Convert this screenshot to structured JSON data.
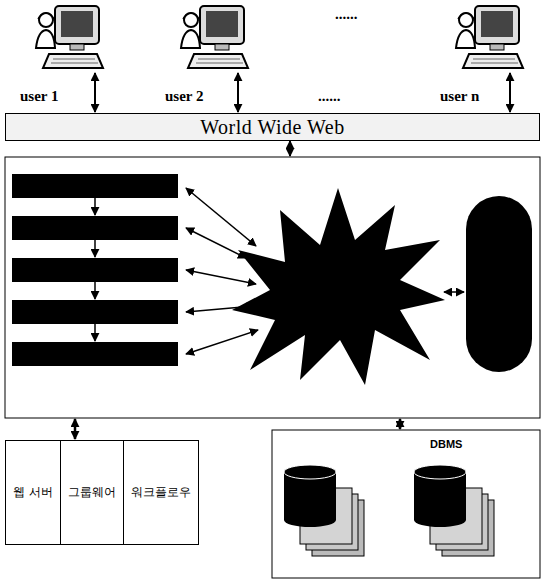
{
  "diagram": {
    "nodes": [
      {
        "text": [
          "user 1"
        ]
      },
      {
        "text": [
          "user 2"
        ]
      },
      {
        "text": [
          "user n"
        ]
      },
      {
        "text": [
          "World Wide Web"
        ]
      },
      {
        "text": [
          "웹 서버"
        ]
      },
      {
        "text": [
          "그룹웨어"
        ]
      },
      {
        "text": [
          "워크플로우"
        ]
      }
    ],
    "edges": [
      {
        "from": 0,
        "to": 3,
        "arrow": "both"
      },
      {
        "from": 1,
        "to": 3,
        "arrow": "both"
      },
      {
        "from": 2,
        "to": 3,
        "arrow": "both"
      }
    ],
    "labels": [
      "......",
      "......",
      "DBMS"
    ]
  }
}
